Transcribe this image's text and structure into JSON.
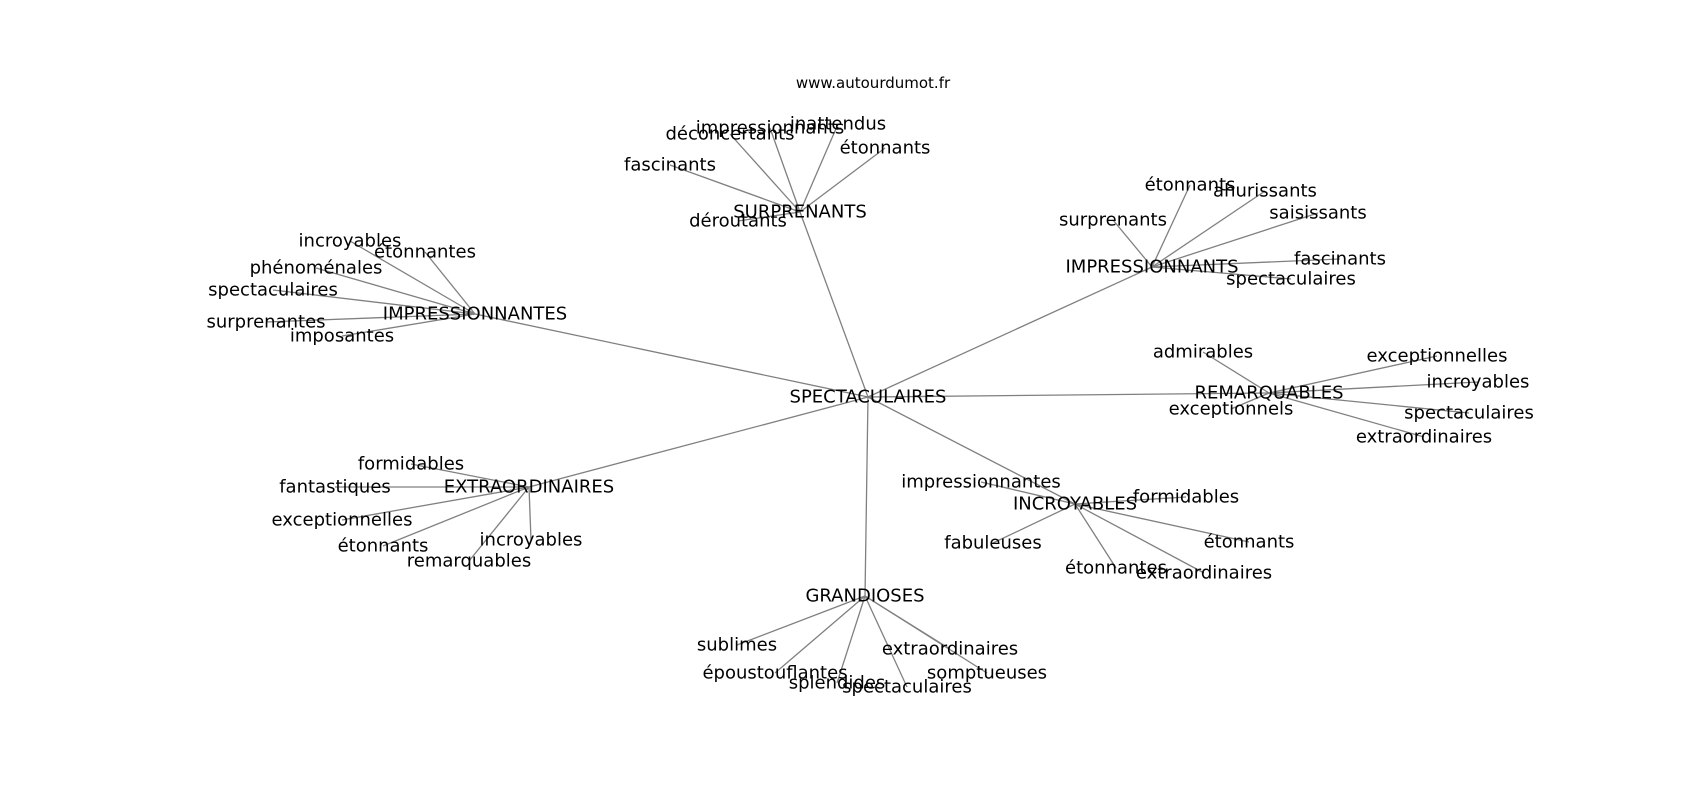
{
  "credit": "www.autourdumot.fr",
  "colors": {
    "edge": "#808080",
    "text": "#000000",
    "background": "#ffffff"
  },
  "graph": {
    "center": "SPECTACULAIRES",
    "hubs": [
      {
        "label": "SURPRENANTS",
        "children": [
          "déconcertants",
          "impressionnants",
          "inattendus",
          "étonnants",
          "fascinants",
          "déroutants"
        ]
      },
      {
        "label": "IMPRESSIONNANTS",
        "children": [
          "étonnants",
          "ahurissants",
          "surprenants",
          "saisissants",
          "fascinants",
          "spectaculaires"
        ]
      },
      {
        "label": "IMPRESSIONNANTES",
        "children": [
          "incroyables",
          "étonnantes",
          "phénoménales",
          "spectaculaires",
          "surprenantes",
          "imposantes"
        ]
      },
      {
        "label": "REMARQUABLES",
        "children": [
          "admirables",
          "exceptionnelles",
          "incroyables",
          "exceptionnels",
          "spectaculaires",
          "extraordinaires"
        ]
      },
      {
        "label": "EXTRAORDINAIRES",
        "children": [
          "formidables",
          "fantastiques",
          "exceptionnelles",
          "étonnants",
          "incroyables",
          "remarquables"
        ]
      },
      {
        "label": "INCROYABLES",
        "children": [
          "impressionnantes",
          "formidables",
          "fabuleuses",
          "étonnants",
          "étonnantes",
          "extraordinaires"
        ]
      },
      {
        "label": "GRANDIOSES",
        "children": [
          "sublimes",
          "époustouflantes",
          "splendides",
          "spectaculaires",
          "extraordinaires",
          "somptueuses"
        ]
      }
    ]
  }
}
